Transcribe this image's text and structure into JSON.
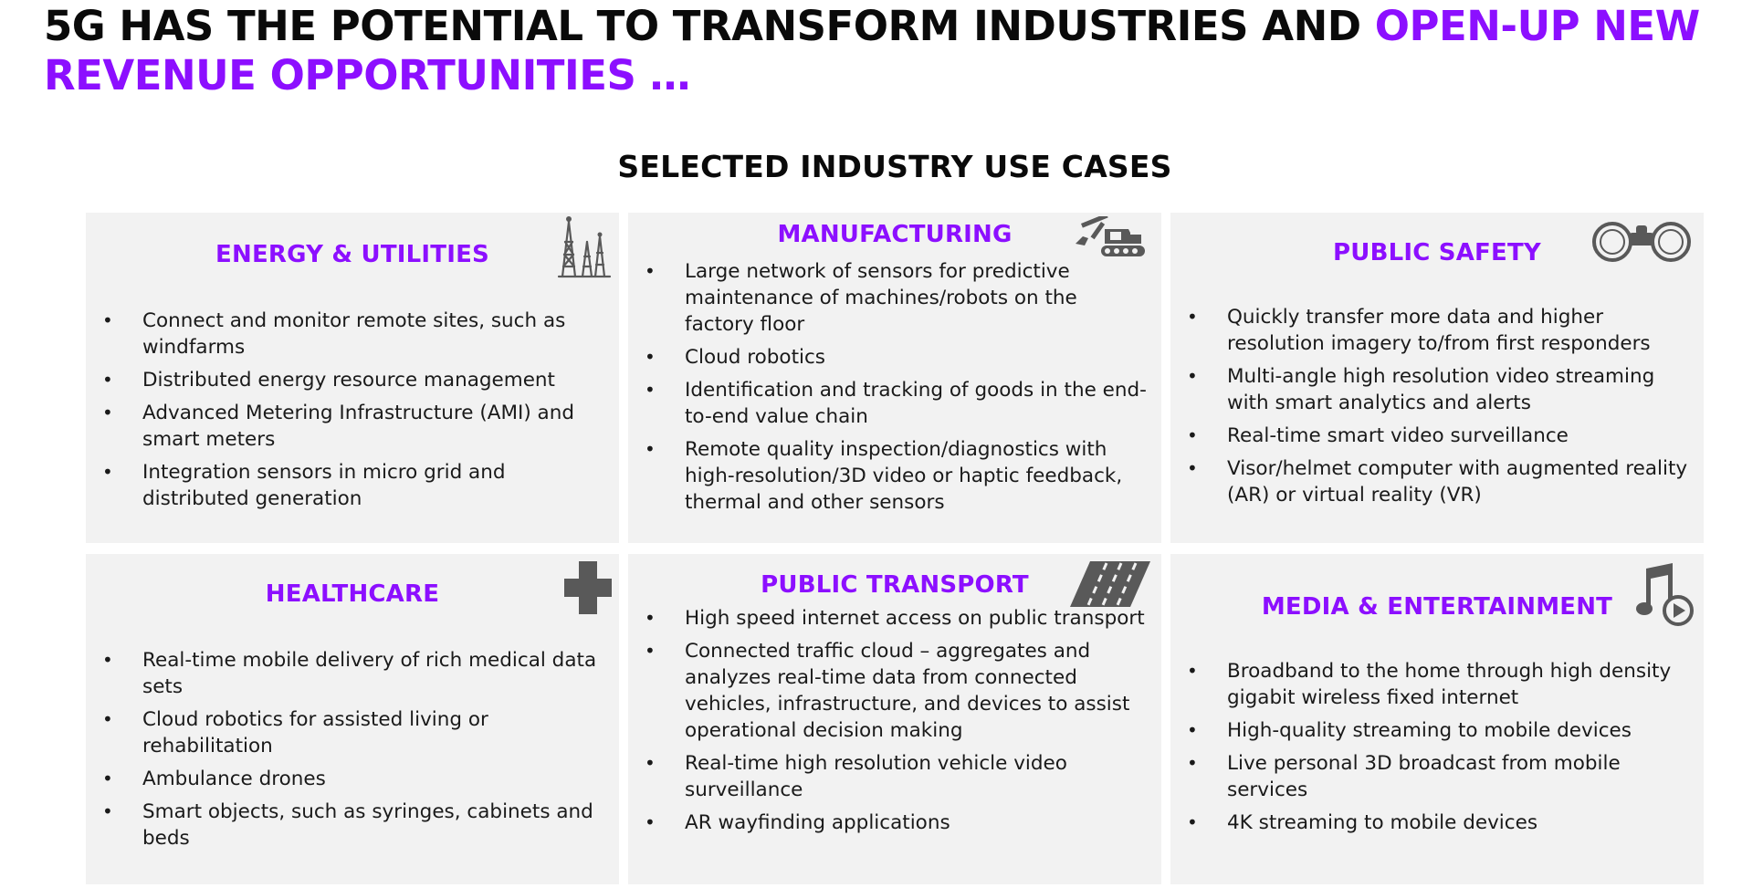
{
  "headline": {
    "text_main": "5G HAS THE POTENTIAL TO TRANSFORM INDUSTRIES AND ",
    "text_accent": "OPEN-UP NEW REVENUE OPPORTUNITIES …"
  },
  "subtitle": "SELECTED INDUSTRY USE CASES",
  "colors": {
    "accent": "#8c0fff",
    "tile_background": "#f2f2f2",
    "icon": "#595959"
  },
  "tiles": [
    {
      "title": "ENERGY & UTILITIES",
      "icon": "oil-derrick-icon",
      "items": [
        "Connect and monitor remote sites, such as windfarms",
        "Distributed energy resource management",
        "Advanced Metering Infrastructure (AMI) and smart meters",
        "Integration sensors in micro grid and distributed generation"
      ]
    },
    {
      "title": "MANUFACTURING",
      "icon": "excavator-icon",
      "items": [
        "Large network of sensors for predictive maintenance of machines/robots on the factory floor",
        "Cloud robotics",
        "Identification and tracking of goods in the end-to-end value chain",
        "Remote quality inspection/diagnostics with high-resolution/3D video or haptic feedback, thermal and other sensors"
      ]
    },
    {
      "title": "PUBLIC SAFETY",
      "icon": "binoculars-icon",
      "items": [
        "Quickly transfer more data and higher resolution imagery to/from first responders",
        "Multi-angle high resolution video streaming with smart analytics and alerts",
        "Real-time smart video surveillance",
        "Visor/helmet computer with augmented reality (AR) or virtual reality (VR)"
      ]
    },
    {
      "title": "HEALTHCARE",
      "icon": "medical-cross-icon",
      "items": [
        "Real-time mobile delivery of rich medical data sets",
        "Cloud robotics for assisted living or rehabilitation",
        "Ambulance drones",
        "Smart objects, such as syringes, cabinets and beds"
      ]
    },
    {
      "title": "PUBLIC TRANSPORT",
      "icon": "highway-icon",
      "items": [
        "High speed internet access on public transport",
        "Connected traffic cloud – aggregates and analyzes real-time data from connected vehicles, infrastructure, and devices to assist operational decision making",
        "Real-time high resolution vehicle video surveillance",
        "AR wayfinding applications"
      ]
    },
    {
      "title": "MEDIA & ENTERTAINMENT",
      "icon": "music-play-icon",
      "items": [
        "Broadband to the home through high density gigabit wireless fixed internet",
        "High-quality streaming to mobile devices",
        "Live personal 3D broadcast from mobile services",
        "4K streaming to mobile devices"
      ]
    }
  ]
}
